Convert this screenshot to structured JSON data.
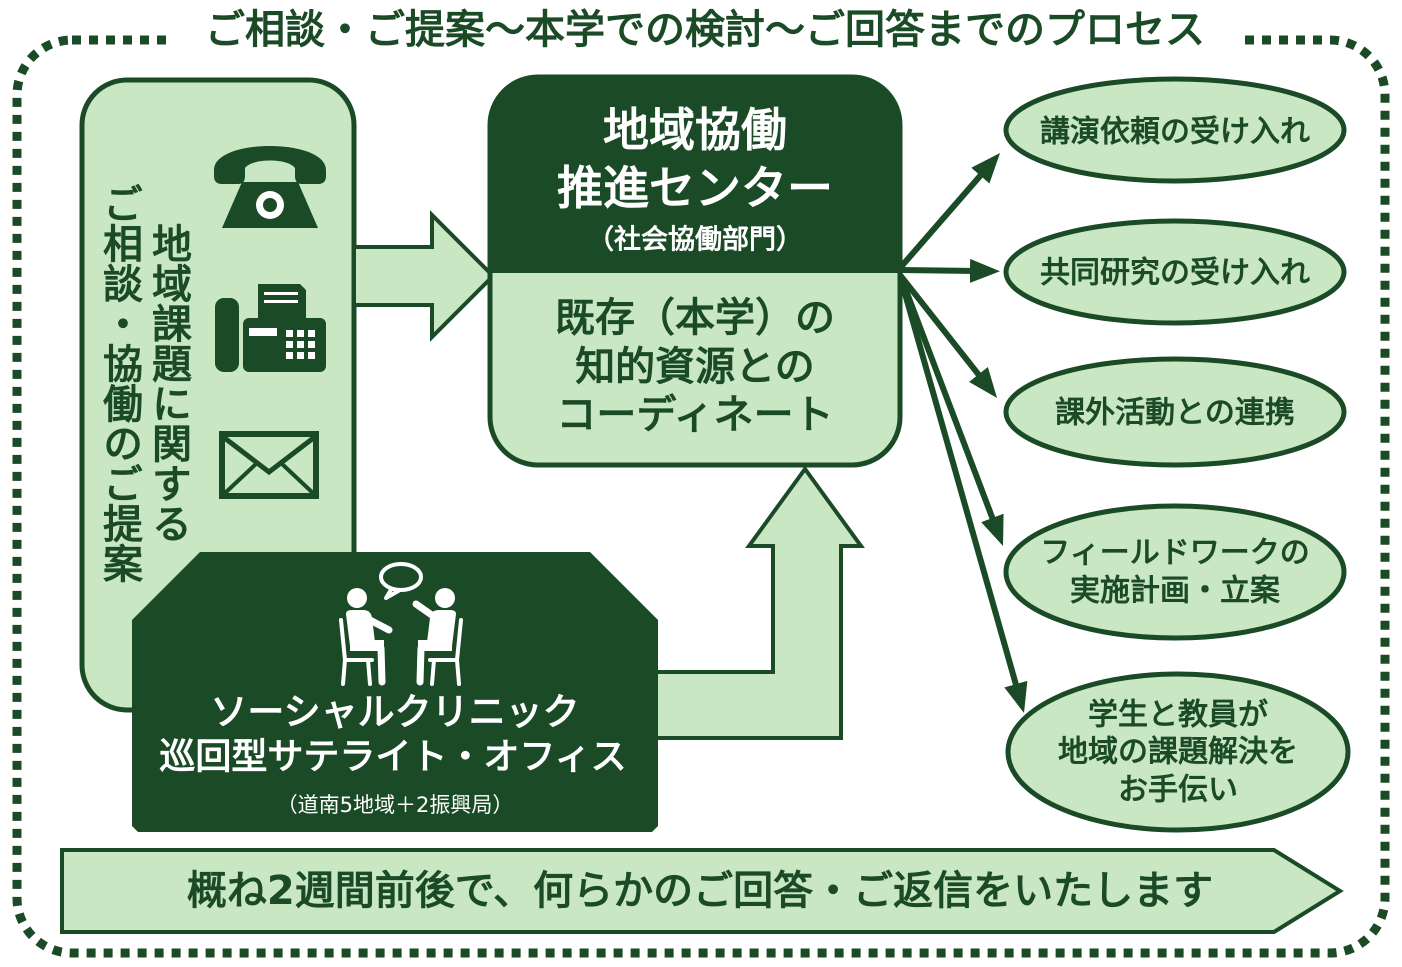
{
  "title": "ご相談・ご提案～本学での検討～ご回答までのプロセス",
  "colors": {
    "dark_green": "#1b4a27",
    "light_green": "#c9e7c3",
    "text_on_dark": "#ffffff"
  },
  "proposal": {
    "line_right": "地域課題に関する",
    "line_left": "ご相談・協働のご提案",
    "icons": [
      "telephone-icon",
      "fax-icon",
      "envelope-icon"
    ]
  },
  "center": {
    "title_line1": "地域協働",
    "title_line2": "推進センター",
    "subtitle": "（社会協働部門）",
    "body_line1": "既存（本学）の",
    "body_line2": "知的資源との",
    "body_line3": "コーディネート"
  },
  "outcomes": [
    {
      "line1": "講演依頼の受け入れ"
    },
    {
      "line1": "共同研究の受け入れ"
    },
    {
      "line1": "課外活動との連携"
    },
    {
      "line1": "フィールドワークの",
      "line2": "実施計画・立案"
    },
    {
      "line1": "学生と教員が",
      "line2": "地域の課題解決を",
      "line3": "お手伝い"
    }
  ],
  "clinic": {
    "icon": "people-meeting-icon",
    "line1": "ソーシャルクリニック",
    "line2": "巡回型サテライト・オフィス",
    "note": "（道南5地域＋2振興局）"
  },
  "response": "概ね2週間前後で、何らかのご回答・ご返信をいたします"
}
